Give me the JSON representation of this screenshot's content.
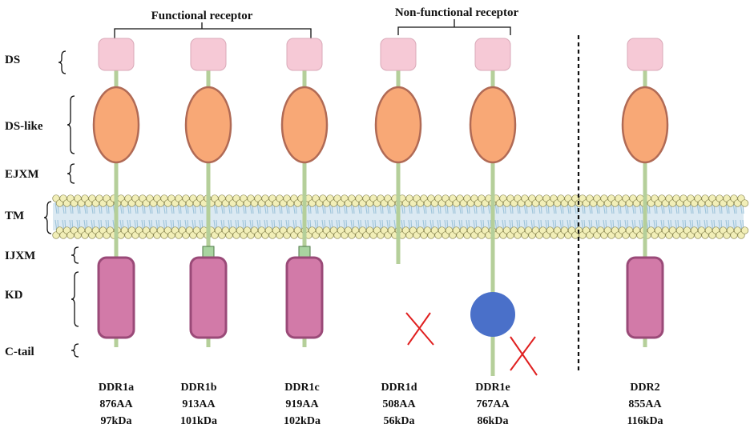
{
  "group_labels": {
    "functional": "Functional receptor",
    "non_functional": "Non-functional receptor"
  },
  "domain_labels": {
    "ds": "DS",
    "ds_like": "DS-like",
    "ejxm": "EJXM",
    "tm": "TM",
    "ijxm": "IJXM",
    "kd": "KD",
    "c_tail": "C-tail"
  },
  "receptors": [
    {
      "name": "DDR1a",
      "length": "876AA",
      "mass": "97kDa"
    },
    {
      "name": "DDR1b",
      "length": "913AA",
      "mass": "101kDa"
    },
    {
      "name": "DDR1c",
      "length": "919AA",
      "mass": "102kDa"
    },
    {
      "name": "DDR1d",
      "length": "508AA",
      "mass": "56kDa"
    },
    {
      "name": "DDR1e",
      "length": "767AA",
      "mass": "86kDa"
    },
    {
      "name": "DDR2",
      "length": "855AA",
      "mass": "116kDa"
    }
  ],
  "colors": {
    "ds": "#f6c9d6",
    "ds_like": "#f8a876",
    "ds_like_border": "#b06a55",
    "stem": "#b5cf9a",
    "kinase": "#d27aa8",
    "kinase_border": "#9a4a78",
    "ijxm_insert": "#a9d4a0",
    "truncated_kinase": "#4a70c9",
    "cross": "#e02020",
    "lipid_head": "#f2efb8",
    "lipid_tail": "#9ec4da"
  }
}
